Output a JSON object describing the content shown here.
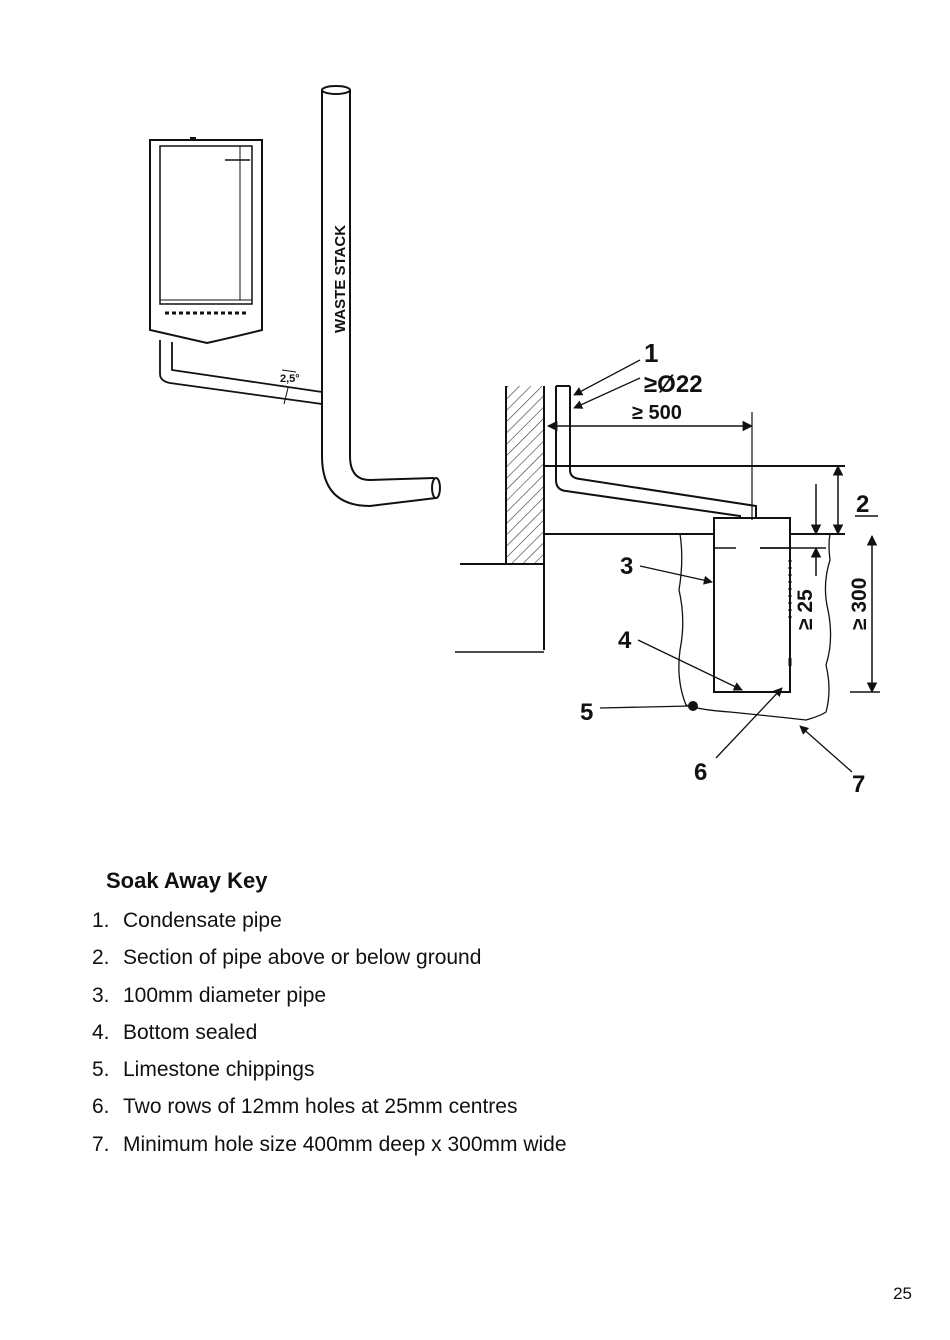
{
  "diagram": {
    "labels": {
      "waste_stack": "WASTE STACK",
      "angle": "2,5°",
      "pipe_diameter": "≥Ø22",
      "distance_500": "≥ 500",
      "depth_25": "≥ 25",
      "depth_300": "≥ 300",
      "n1": "1",
      "n2": "2",
      "n3": "3",
      "n4": "4",
      "n5": "5",
      "n6": "6",
      "n7": "7"
    }
  },
  "key": {
    "title": "Soak Away Key",
    "items": [
      {
        "num": "1.",
        "text": "Condensate pipe"
      },
      {
        "num": "2.",
        "text": "Section of pipe above or below ground"
      },
      {
        "num": "3.",
        "text": "100mm diameter pipe"
      },
      {
        "num": "4.",
        "text": "Bottom sealed"
      },
      {
        "num": "5.",
        "text": "Limestone chippings"
      },
      {
        "num": "6.",
        "text": "Two rows of 12mm holes at 25mm centres"
      },
      {
        "num": "7.",
        "text": "Minimum hole size 400mm deep x 300mm wide"
      }
    ]
  },
  "page_number": "25"
}
